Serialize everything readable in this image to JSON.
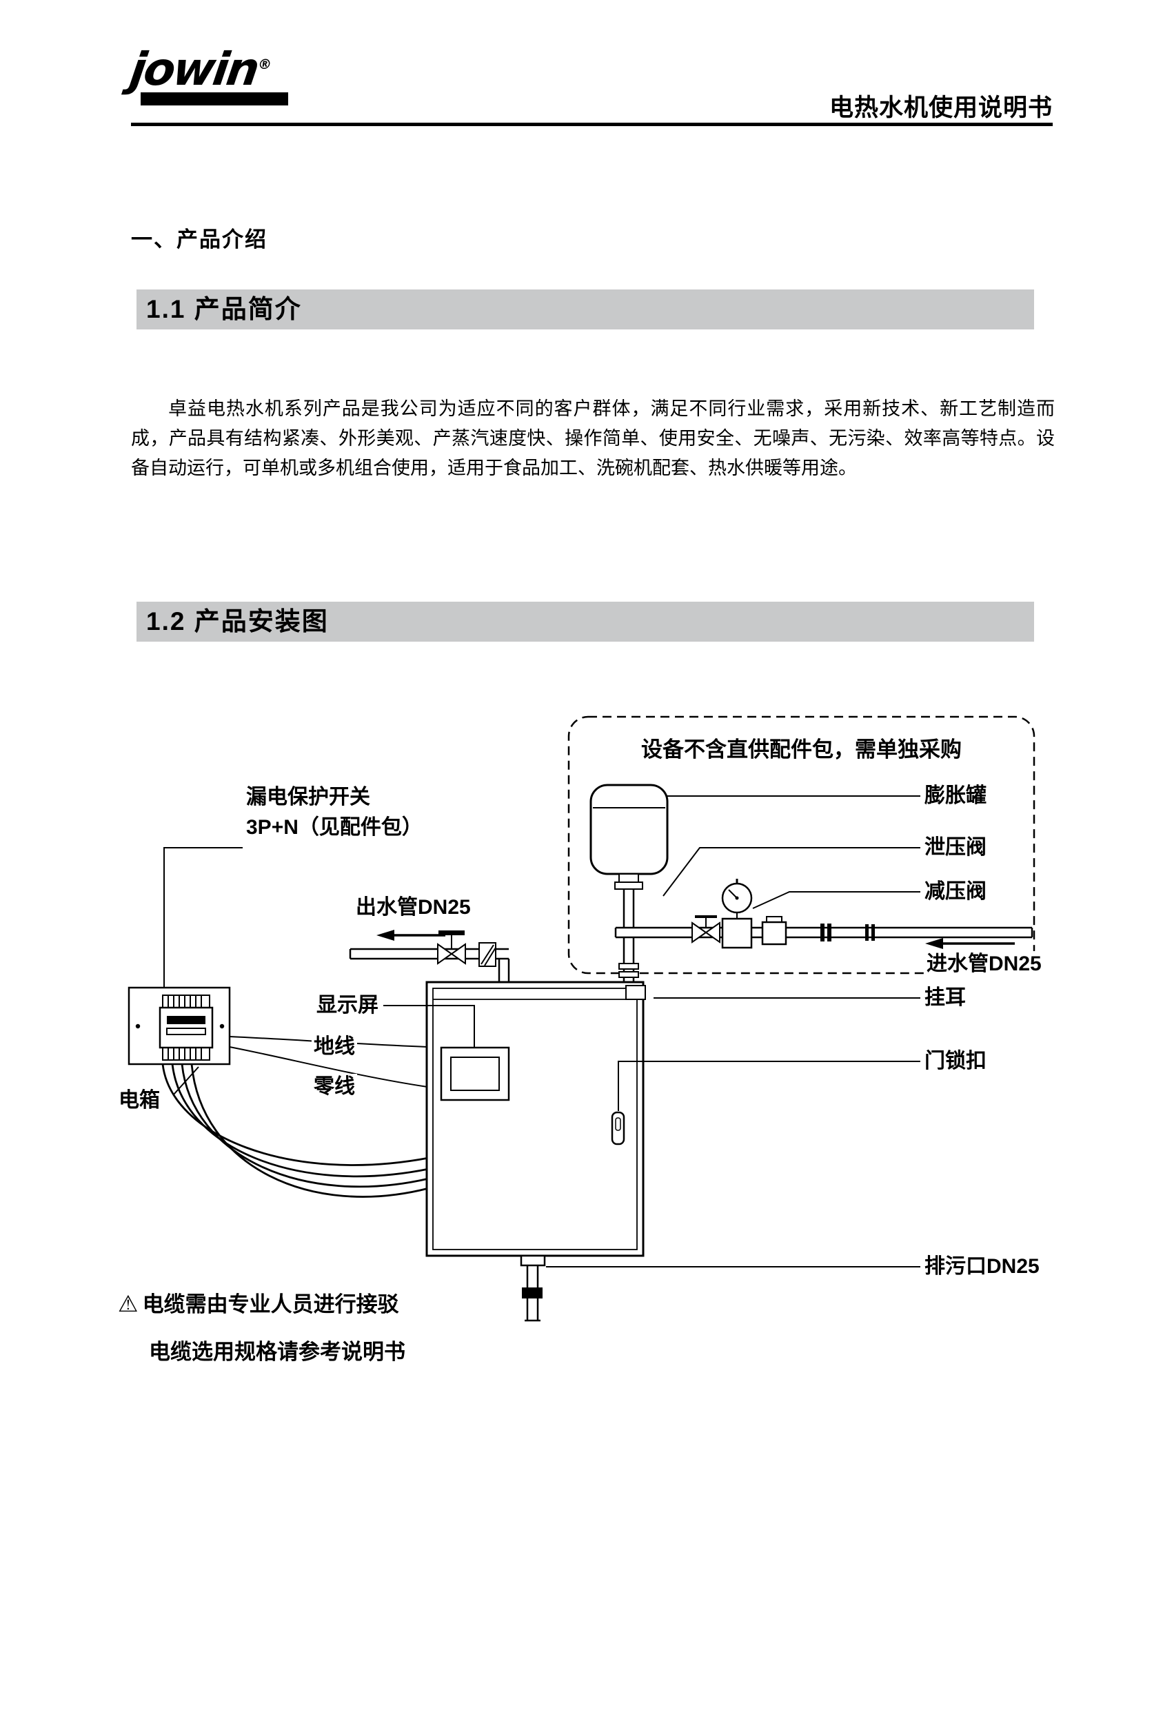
{
  "header": {
    "logo_text": "jowin",
    "logo_reg": "®",
    "title": "电热水机使用说明书"
  },
  "intro": {
    "section_heading": "一、产品介绍",
    "sub1_banner": "1.1 产品简介",
    "paragraph": "卓益电热水机系列产品是我公司为适应不同的客户群体，满足不同行业需求，采用新技术、新工艺制造而成，产品具有结构紧凑、外形美观、产蒸汽速度快、操作简单、使用安全、无噪声、无污染、效率高等特点。设备自动运行，可单机或多机组合使用，适用于食品加工、洗碗机配套、热水供暖等用途。",
    "sub2_banner": "1.2 产品安装图"
  },
  "diagram": {
    "note": "设备不含直供配件包，需单独采购",
    "labels": {
      "leakage_switch_1": "漏电保护开关",
      "leakage_switch_2": "3P+N（见配件包）",
      "outlet_pipe": "出水管DN25",
      "display_screen": "显示屏",
      "ground_wire": "地线",
      "neutral_wire": "零线",
      "electric_box": "电箱",
      "expansion_tank": "膨胀罐",
      "relief_valve": "泄压阀",
      "reducing_valve": "减压阀",
      "inlet_pipe": "进水管DN25",
      "hanging_ear": "挂耳",
      "door_latch": "门锁扣",
      "drain_outlet": "排污口DN25"
    },
    "warning_icon": "⚠",
    "warning_line1": "电缆需由专业人员进行接驳",
    "warning_line2": "电缆选用规格请参考说明书"
  }
}
